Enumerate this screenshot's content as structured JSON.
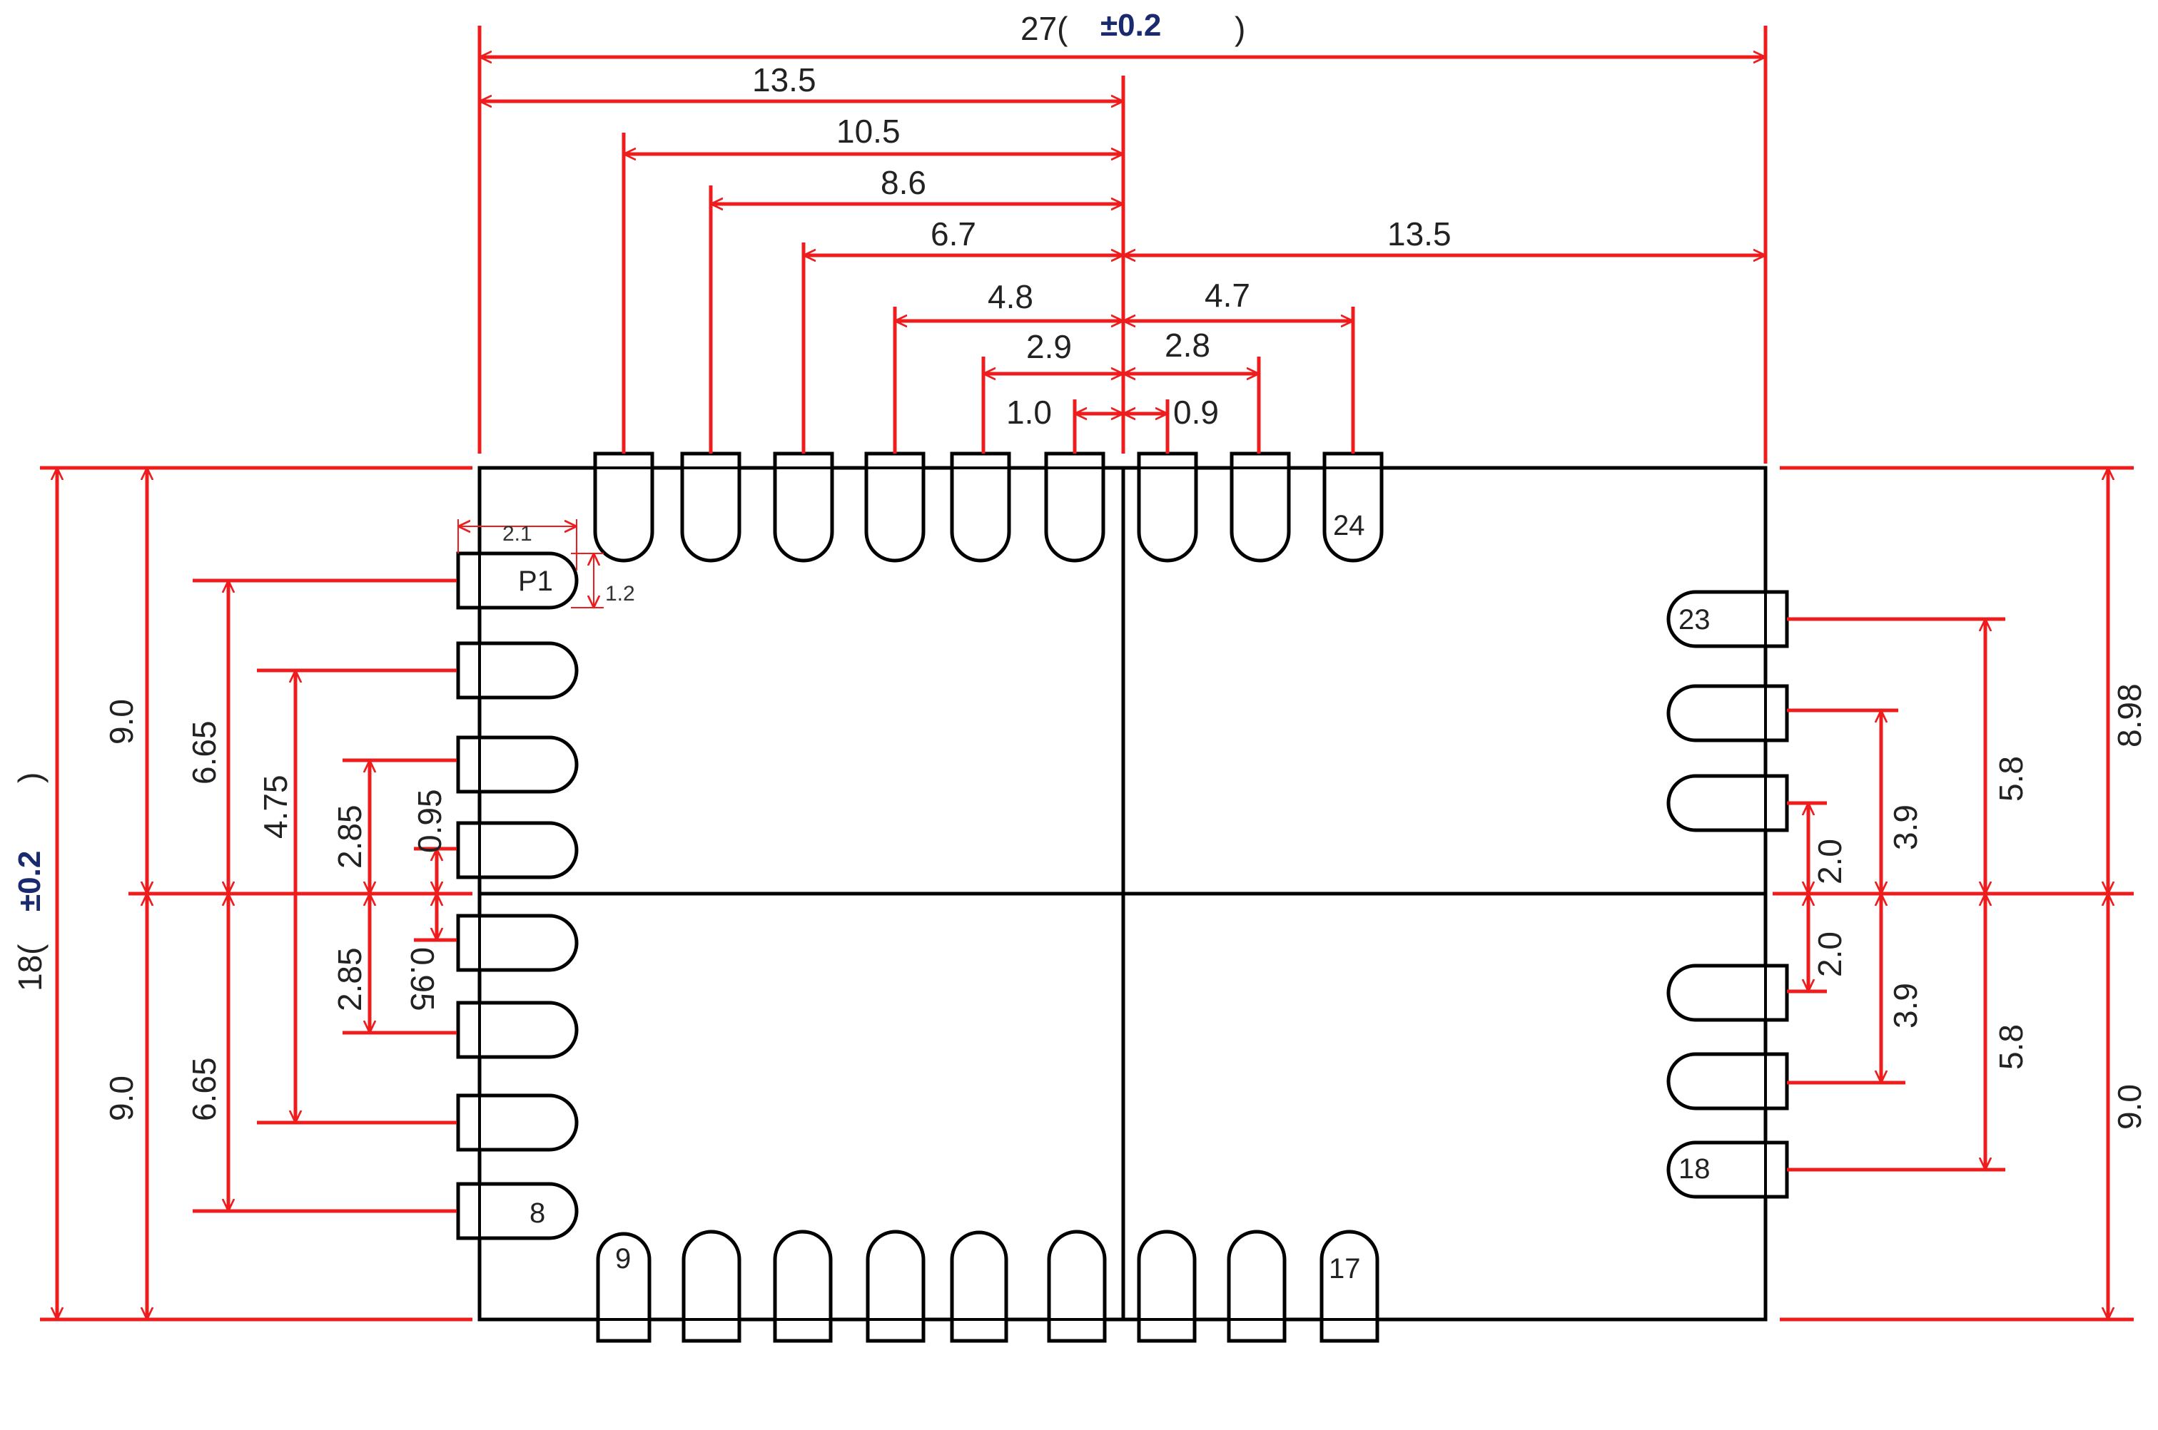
{
  "drawing": {
    "overall_width_label": "27(",
    "overall_width_tol": "±0.2",
    "overall_width_close": ")",
    "overall_height_label": "18(",
    "overall_height_tol": "±0.2",
    "overall_height_close": ")",
    "top_dims": {
      "left_13_5": "13.5",
      "d10_5": "10.5",
      "d8_6": "8.6",
      "d6_7": "6.7",
      "d4_8": "4.8",
      "d2_9": "2.9",
      "d1_0": "1.0",
      "right_13_5": "13.5",
      "d4_7": "4.7",
      "d2_8": "2.8",
      "d0_9": "0.9"
    },
    "left_dims": {
      "upper_9_0": "9.0",
      "lower_9_0": "9.0",
      "upper_6_65": "6.65",
      "lower_6_65": "6.65",
      "d4_75": "4.75",
      "upper_2_85": "2.85",
      "lower_2_85": "2.85",
      "upper_0_95": "0.95",
      "lower_0_95": "0.95"
    },
    "right_dims": {
      "upper_8_98": "8.98",
      "lower_9_0": "9.0",
      "upper_5_8": "5.8",
      "lower_5_8": "5.8",
      "upper_3_9": "3.9",
      "lower_3_9": "3.9",
      "upper_2_0": "2.0",
      "lower_2_0": "2.0"
    },
    "pad_dims": {
      "pad_width": "2.1",
      "pad_height": "1.2"
    },
    "pin_labels": {
      "p1": "P1",
      "p8": "8",
      "p9": "9",
      "p17": "17",
      "p18": "18",
      "p23": "23",
      "p24": "24"
    },
    "colors": {
      "dimension": "#ee1c1c",
      "outline": "#000000",
      "text": "#222222"
    }
  }
}
